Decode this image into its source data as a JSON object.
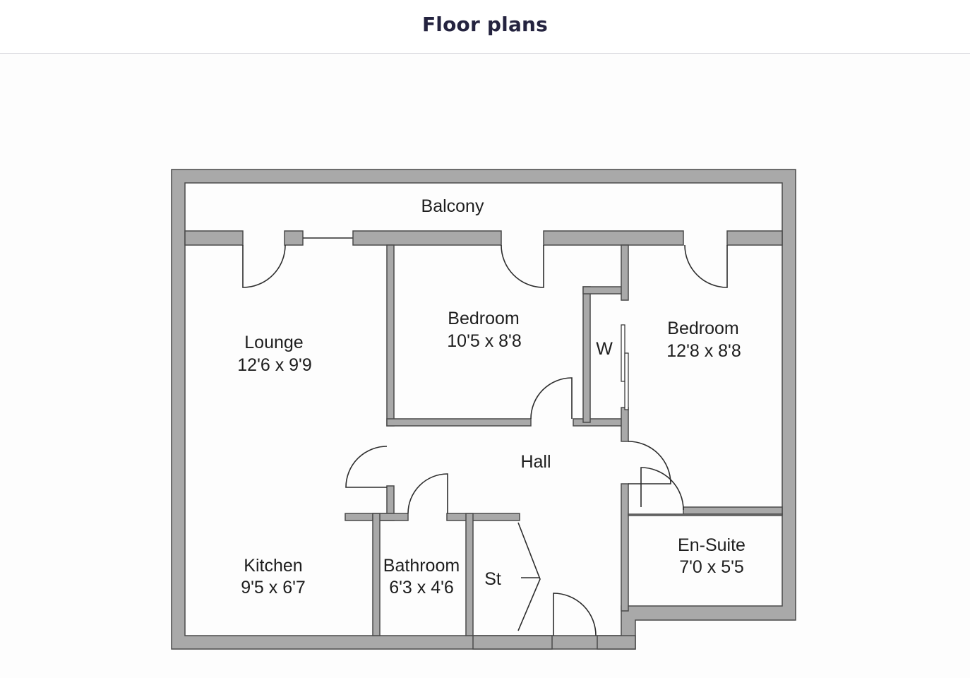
{
  "header": {
    "title": "Floor plans"
  },
  "rooms": {
    "balcony": {
      "name": "Balcony",
      "size": ""
    },
    "lounge": {
      "name": "Lounge",
      "size": "12'6 x 9'9"
    },
    "bedroom1": {
      "name": "Bedroom",
      "size": "10'5 x 8'8"
    },
    "wardrobe": {
      "name": "W",
      "size": ""
    },
    "bedroom2": {
      "name": "Bedroom",
      "size": "12'8 x 8'8"
    },
    "hall": {
      "name": "Hall",
      "size": ""
    },
    "kitchen": {
      "name": "Kitchen",
      "size": "9'5 x 6'7"
    },
    "bathroom": {
      "name": "Bathroom",
      "size": "6'3 x 4'6"
    },
    "store": {
      "name": "St",
      "size": ""
    },
    "ensuite": {
      "name": "En-Suite",
      "size": "7'0 x 5'5"
    }
  }
}
